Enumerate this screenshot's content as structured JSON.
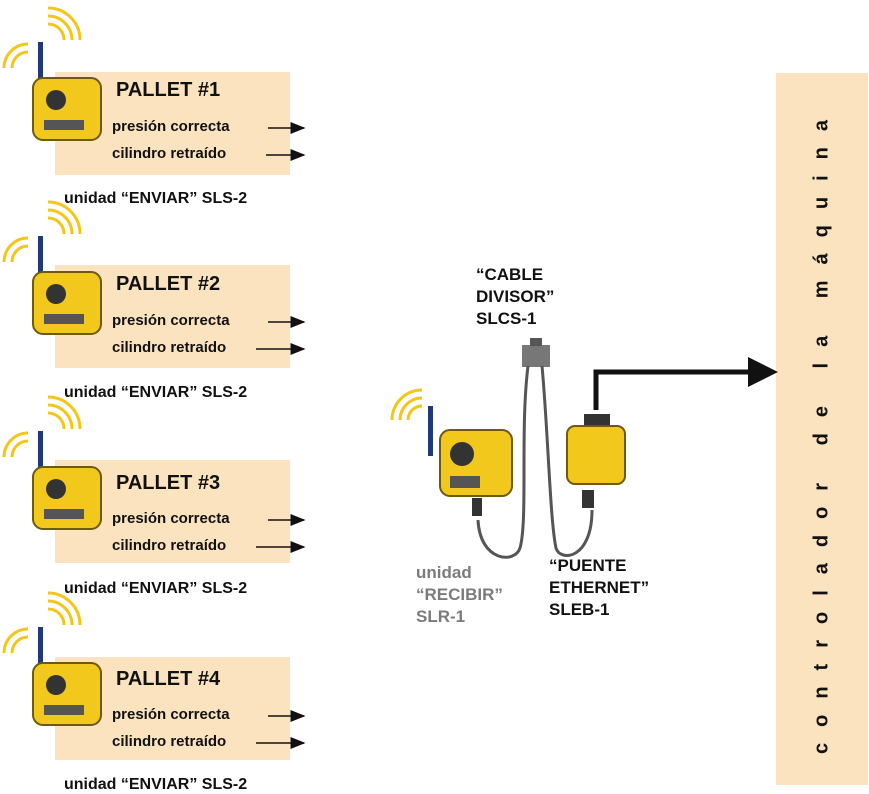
{
  "pallets": [
    {
      "title": "PALLET #1",
      "signal1": "presión correcta",
      "signal2": "cilindro retraído",
      "unit": "unidad “ENVIAR” SLS-2"
    },
    {
      "title": "PALLET #2",
      "signal1": "presión correcta",
      "signal2": "cilindro retraído",
      "unit": "unidad “ENVIAR” SLS-2"
    },
    {
      "title": "PALLET #3",
      "signal1": "presión correcta",
      "signal2": "cilindro retraído",
      "unit": "unidad “ENVIAR” SLS-2"
    },
    {
      "title": "PALLET #4",
      "signal1": "presión correcta",
      "signal2": "cilindro retraído",
      "unit": "unidad “ENVIAR” SLS-2"
    }
  ],
  "splitter": {
    "label": "“CABLE\nDIVISOR”\nSLCS-1"
  },
  "receiver": {
    "label": "unidad\n“RECIBIR”\nSLR-1"
  },
  "bridge": {
    "label": "“PUENTE\nETHERNET”\nSLEB-1"
  },
  "machine_controller": {
    "label": "controlador de la máquina"
  },
  "colors": {
    "panel": "#fbe3bf",
    "device": "#f2c81d",
    "wave": "#f5c518",
    "cable": "#555555"
  }
}
